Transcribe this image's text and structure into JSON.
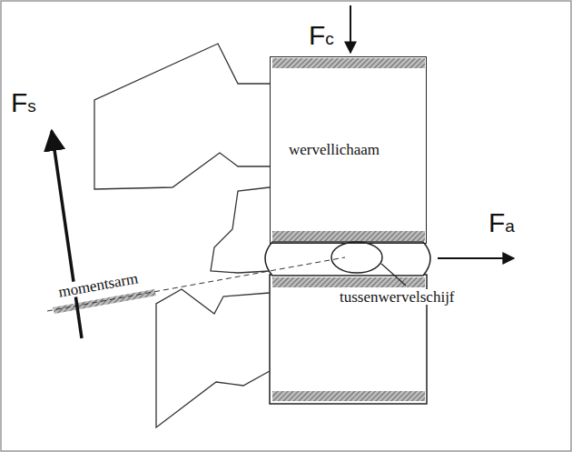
{
  "diagram": {
    "nodes": [
      {
        "text": [
          "wervellichaam"
        ]
      }
    ],
    "labels": [
      "Fc",
      "Fs",
      "Fa",
      "momentsarm",
      "tussenwervelschijf"
    ]
  }
}
